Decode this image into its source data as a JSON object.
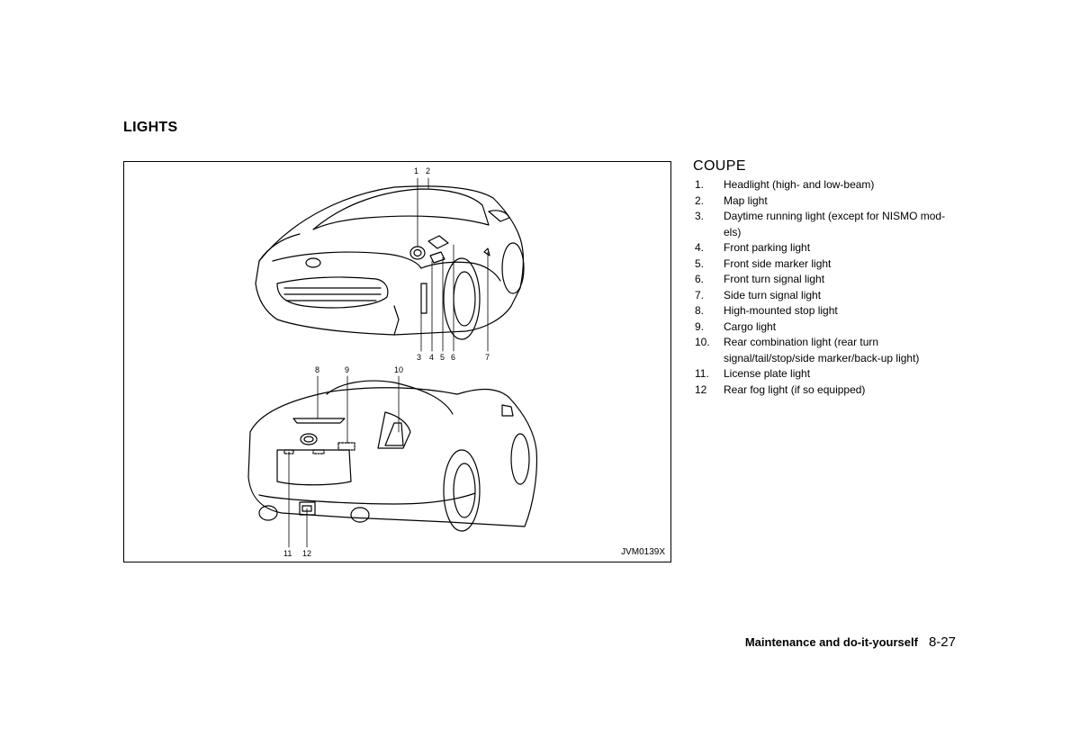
{
  "section_title": "LIGHTS",
  "figure": {
    "code": "JVM0139X",
    "front_callouts": [
      "1",
      "2",
      "3",
      "4",
      "5",
      "6",
      "7"
    ],
    "rear_callouts": [
      "8",
      "9",
      "10",
      "11",
      "12"
    ]
  },
  "subsection": "COUPE",
  "legend": [
    {
      "num": "1.",
      "text": "Headlight (high- and low-beam)"
    },
    {
      "num": "2.",
      "text": "Map light"
    },
    {
      "num": "3.",
      "text": "Daytime running light (except for NISMO mod-els)"
    },
    {
      "num": "4.",
      "text": "Front parking light"
    },
    {
      "num": "5.",
      "text": "Front side marker light"
    },
    {
      "num": "6.",
      "text": "Front turn signal light"
    },
    {
      "num": "7.",
      "text": "Side turn signal light"
    },
    {
      "num": "8.",
      "text": "High-mounted stop light"
    },
    {
      "num": "9.",
      "text": "Cargo light"
    },
    {
      "num": "10.",
      "text": "Rear combination light (rear turn signal/tail/stop/side marker/back-up light)"
    },
    {
      "num": "11.",
      "text": "License plate light"
    },
    {
      "num": "12",
      "text": "Rear fog light (if so equipped)"
    }
  ],
  "footer": {
    "chapter": "Maintenance and do-it-yourself",
    "page": "8-27"
  }
}
